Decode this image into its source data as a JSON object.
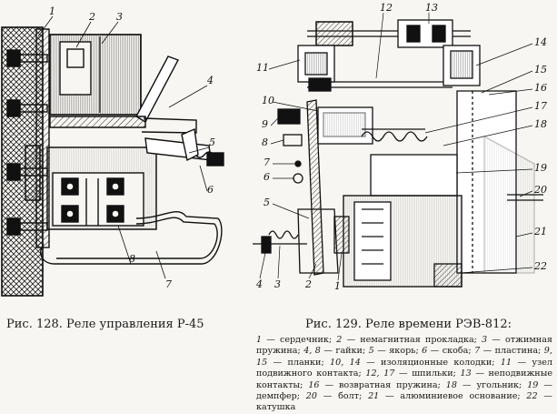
{
  "figure128": {
    "caption": "Рис. 128. Реле управления Р-45",
    "callouts": [
      "1",
      "2",
      "3",
      "4",
      "5",
      "6",
      "7",
      "8"
    ]
  },
  "figure129": {
    "caption": "Рис. 129. Реле времени РЭВ-812:",
    "callouts": [
      "1",
      "2",
      "3",
      "4",
      "5",
      "6",
      "7",
      "8",
      "9",
      "10",
      "11",
      "12",
      "13",
      "14",
      "15",
      "16",
      "17",
      "18",
      "19",
      "20",
      "21",
      "22"
    ],
    "legend": [
      {
        "num": "1",
        "text": "сердечник;"
      },
      {
        "num": "2",
        "text": "немагнитная прокладка;"
      },
      {
        "num": "3",
        "text": "отжимная пружина;"
      },
      {
        "num": "4, 8",
        "text": "гайки;"
      },
      {
        "num": "5",
        "text": "якорь;"
      },
      {
        "num": "6",
        "text": "скоба;"
      },
      {
        "num": "7",
        "text": "пластина;"
      },
      {
        "num": "9, 15",
        "text": "планки;"
      },
      {
        "num": "10, 14",
        "text": "изоляционные колодки;"
      },
      {
        "num": "11",
        "text": "узел подвижного контакта;"
      },
      {
        "num": "12, 17",
        "text": "шпильки;"
      },
      {
        "num": "13",
        "text": "неподвижные контакты;"
      },
      {
        "num": "16",
        "text": "возвратная пружина;"
      },
      {
        "num": "18",
        "text": "угольник;"
      },
      {
        "num": "19",
        "text": "демпфер;"
      },
      {
        "num": "20",
        "text": "болт;"
      },
      {
        "num": "21",
        "text": "алюминиевое основание;"
      },
      {
        "num": "22",
        "text": "катушка"
      }
    ]
  }
}
